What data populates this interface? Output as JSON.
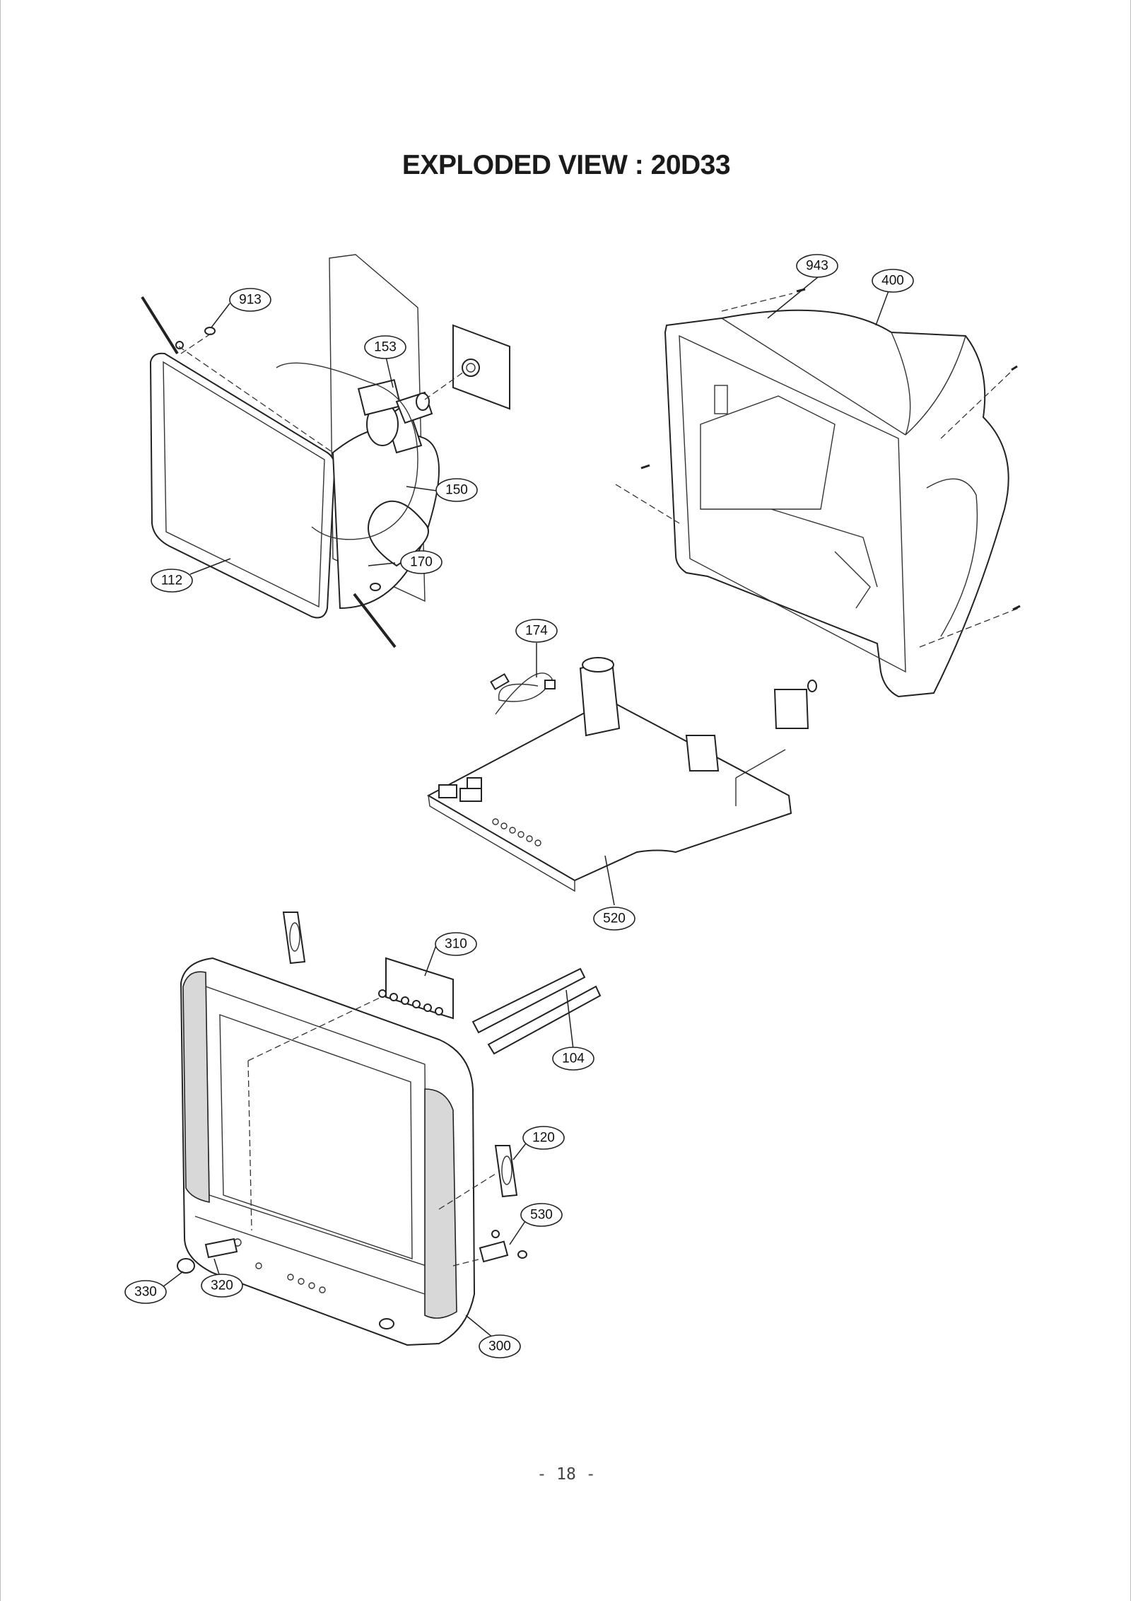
{
  "page": {
    "title": "EXPLODED VIEW : 20D33",
    "page_number": "- 18 -"
  },
  "callouts": [
    {
      "id": "913",
      "label": "913"
    },
    {
      "id": "153",
      "label": "153"
    },
    {
      "id": "150",
      "label": "150"
    },
    {
      "id": "170",
      "label": "170"
    },
    {
      "id": "112",
      "label": "112"
    },
    {
      "id": "943",
      "label": "943"
    },
    {
      "id": "400",
      "label": "400"
    },
    {
      "id": "174",
      "label": "174"
    },
    {
      "id": "520",
      "label": "520"
    },
    {
      "id": "310",
      "label": "310"
    },
    {
      "id": "104",
      "label": "104"
    },
    {
      "id": "120",
      "label": "120"
    },
    {
      "id": "530",
      "label": "530"
    },
    {
      "id": "330",
      "label": "330"
    },
    {
      "id": "320",
      "label": "320"
    },
    {
      "id": "300",
      "label": "300"
    }
  ]
}
